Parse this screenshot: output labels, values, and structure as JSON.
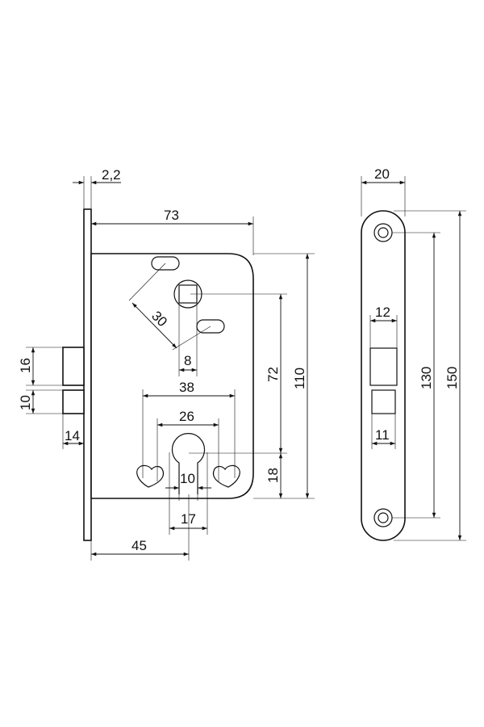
{
  "colors": {
    "ink": "#111111",
    "background": "#ffffff"
  },
  "dimensions": {
    "faceplate_thickness": "2,2",
    "body_width": "73",
    "backset": "45",
    "body_height": "110",
    "axis_distance": "72",
    "cylinder_offset": "18",
    "screw_diagonal": "30",
    "spindle_square": "8",
    "screw_spacing_wide": "38",
    "screw_spacing_narrow": "26",
    "cylinder_width": "17",
    "cylinder_slot": "10",
    "latch_height": "16",
    "bolt_height": "10",
    "latch_projection": "14",
    "strike_width": "20",
    "strike_hole_spacing": "130",
    "strike_height": "150",
    "strike_latch_window": "12",
    "strike_bolt_window": "11"
  }
}
